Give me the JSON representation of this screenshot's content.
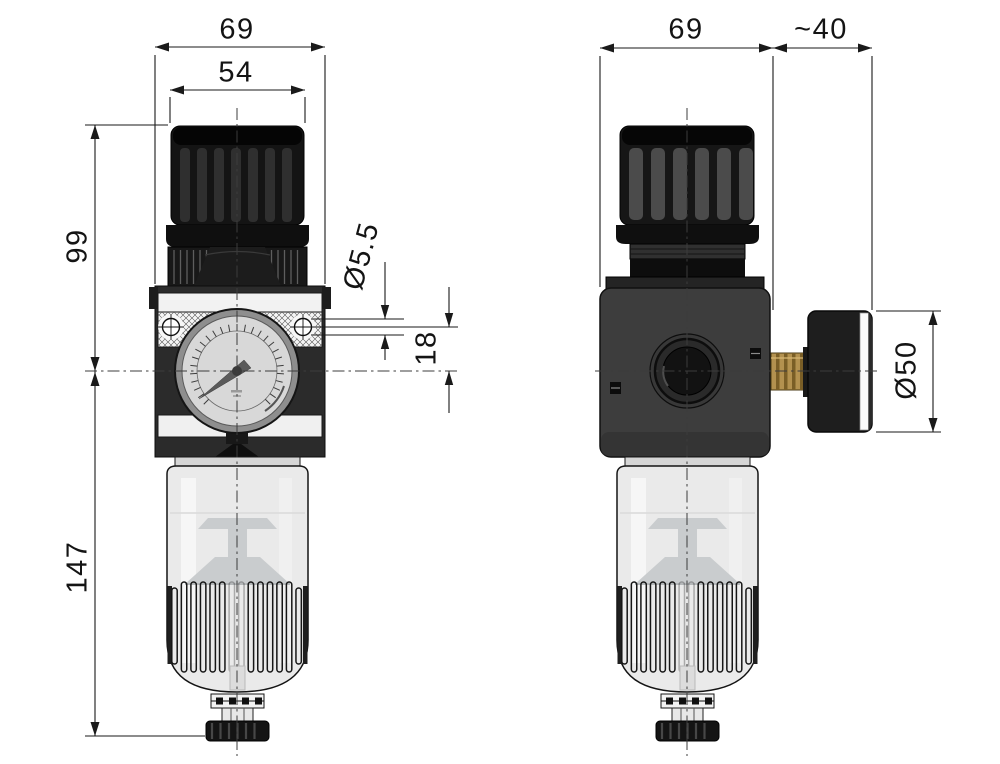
{
  "drawing": {
    "type": "technical-dimension-drawing",
    "subject": "filter-regulator with pressure gauge, front and side views",
    "dimensions": {
      "front_total_width": "69",
      "front_knob_width": "54",
      "front_upper_height": "99",
      "front_lower_height": "147",
      "mounting_hole_diameter": "Ø5.5",
      "mounting_hole_offset": "18",
      "side_body_width": "69",
      "side_gauge_offset": "~40",
      "side_gauge_diameter": "Ø50"
    },
    "colors": {
      "line": "#1a1a1a",
      "centerline": "#3c3c3c",
      "knob": "#141414",
      "body_front": "#2b2b2b",
      "body_side": "#3d3d3d",
      "bowl": "#eaeaea",
      "gauge_face": "#d8d8d8",
      "brass": "#b3914f",
      "background": "#ffffff"
    }
  }
}
